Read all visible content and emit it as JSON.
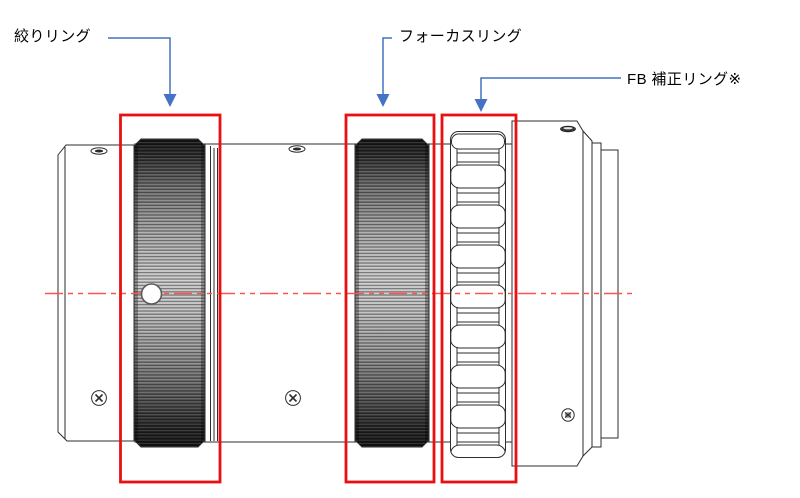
{
  "figure": {
    "name": "lens-side-view-diagram",
    "callouts": [
      {
        "id": "aperture-ring",
        "label": "絞りリング"
      },
      {
        "id": "focus-ring",
        "label": "フォーカスリング"
      },
      {
        "id": "fb-correction-ring",
        "label": "FB 補正リング※"
      }
    ]
  },
  "colors": {
    "highlight_red": "#e81010",
    "centerline_red": "#ff5252",
    "callout_blue": "#4472c4",
    "outline_dark": "#2e2e2e",
    "text_black": "#000000"
  }
}
